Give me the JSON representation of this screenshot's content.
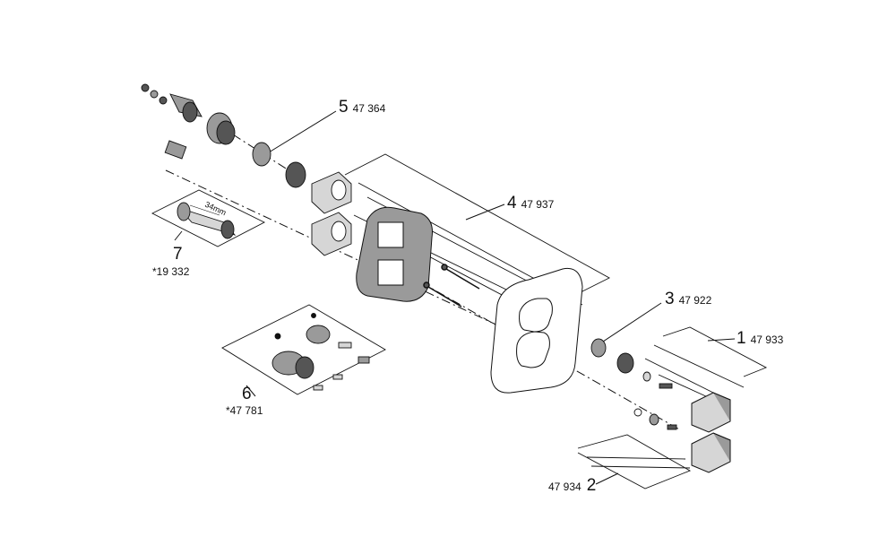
{
  "callouts": {
    "p1": {
      "number": "1",
      "code": "47 933"
    },
    "p2": {
      "number": "2",
      "code": "47 934"
    },
    "p3": {
      "number": "3",
      "code": "47 922"
    },
    "p4": {
      "number": "4",
      "code": "47 937"
    },
    "p5": {
      "number": "5",
      "code": "47 364"
    },
    "p6": {
      "number": "6",
      "code": "*47 781"
    },
    "p7": {
      "number": "7",
      "code": "*19 332"
    }
  },
  "tool_dimension": "34mm",
  "colors": {
    "ink": "#111111",
    "part_dark": "#555555",
    "part_mid": "#9a9a9a",
    "part_light": "#d6d6d6"
  }
}
